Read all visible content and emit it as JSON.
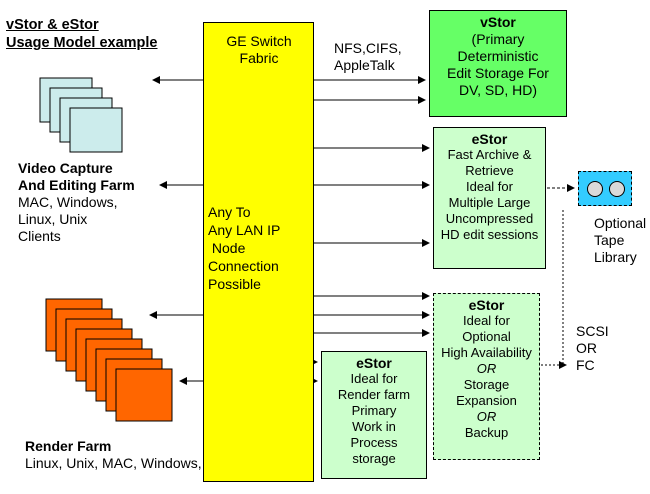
{
  "title": {
    "line1": "vStor & eStor",
    "line2": "Usage Model example"
  },
  "switch": {
    "line1": "GE Switch",
    "line2": "Fabric",
    "any_to": [
      "Any To",
      "Any LAN IP",
      " Node",
      "Connection",
      "Possible"
    ]
  },
  "protocols": {
    "line1": "NFS,CIFS,",
    "line2": "AppleTalk"
  },
  "vstor": {
    "heading": "vStor",
    "lines": [
      "(Primary",
      "Deterministic",
      "Edit Storage For",
      "DV, SD, HD)"
    ]
  },
  "estor_archive": {
    "heading": "eStor",
    "lines": [
      "Fast Archive &",
      "Retrieve",
      "Ideal for",
      "Multiple Large",
      "Uncompressed",
      "HD edit sessions"
    ]
  },
  "estor_optional": {
    "heading": "eStor",
    "lines": [
      "Ideal for",
      "Optional",
      "High Availability"
    ],
    "or1": "OR",
    "lines2": [
      "Storage",
      "Expansion"
    ],
    "or2": "OR",
    "last": "Backup"
  },
  "estor_render": {
    "heading": "eStor",
    "lines": [
      "Ideal for",
      "Render farm",
      "Primary",
      "Work in",
      "Process",
      "storage"
    ]
  },
  "tape": {
    "lines": [
      "Optional",
      "Tape",
      "Library"
    ]
  },
  "scsi": {
    "lines": [
      "SCSI",
      "OR",
      "FC"
    ]
  },
  "video_farm": {
    "title1": "Video Capture",
    "title2": "And Editing Farm",
    "lines": [
      "MAC, Windows,",
      "Linux, Unix",
      "Clients"
    ]
  },
  "render_farm": {
    "title": "Render Farm",
    "line": "Linux, Unix, MAC, Windows,"
  },
  "colors": {
    "switch": "#ffff00",
    "vstor": "#66ff66",
    "estor": "#ccffcc",
    "video_clients": "#ccecec",
    "render_clients": "#ff6600",
    "tape": "#33ccff"
  }
}
